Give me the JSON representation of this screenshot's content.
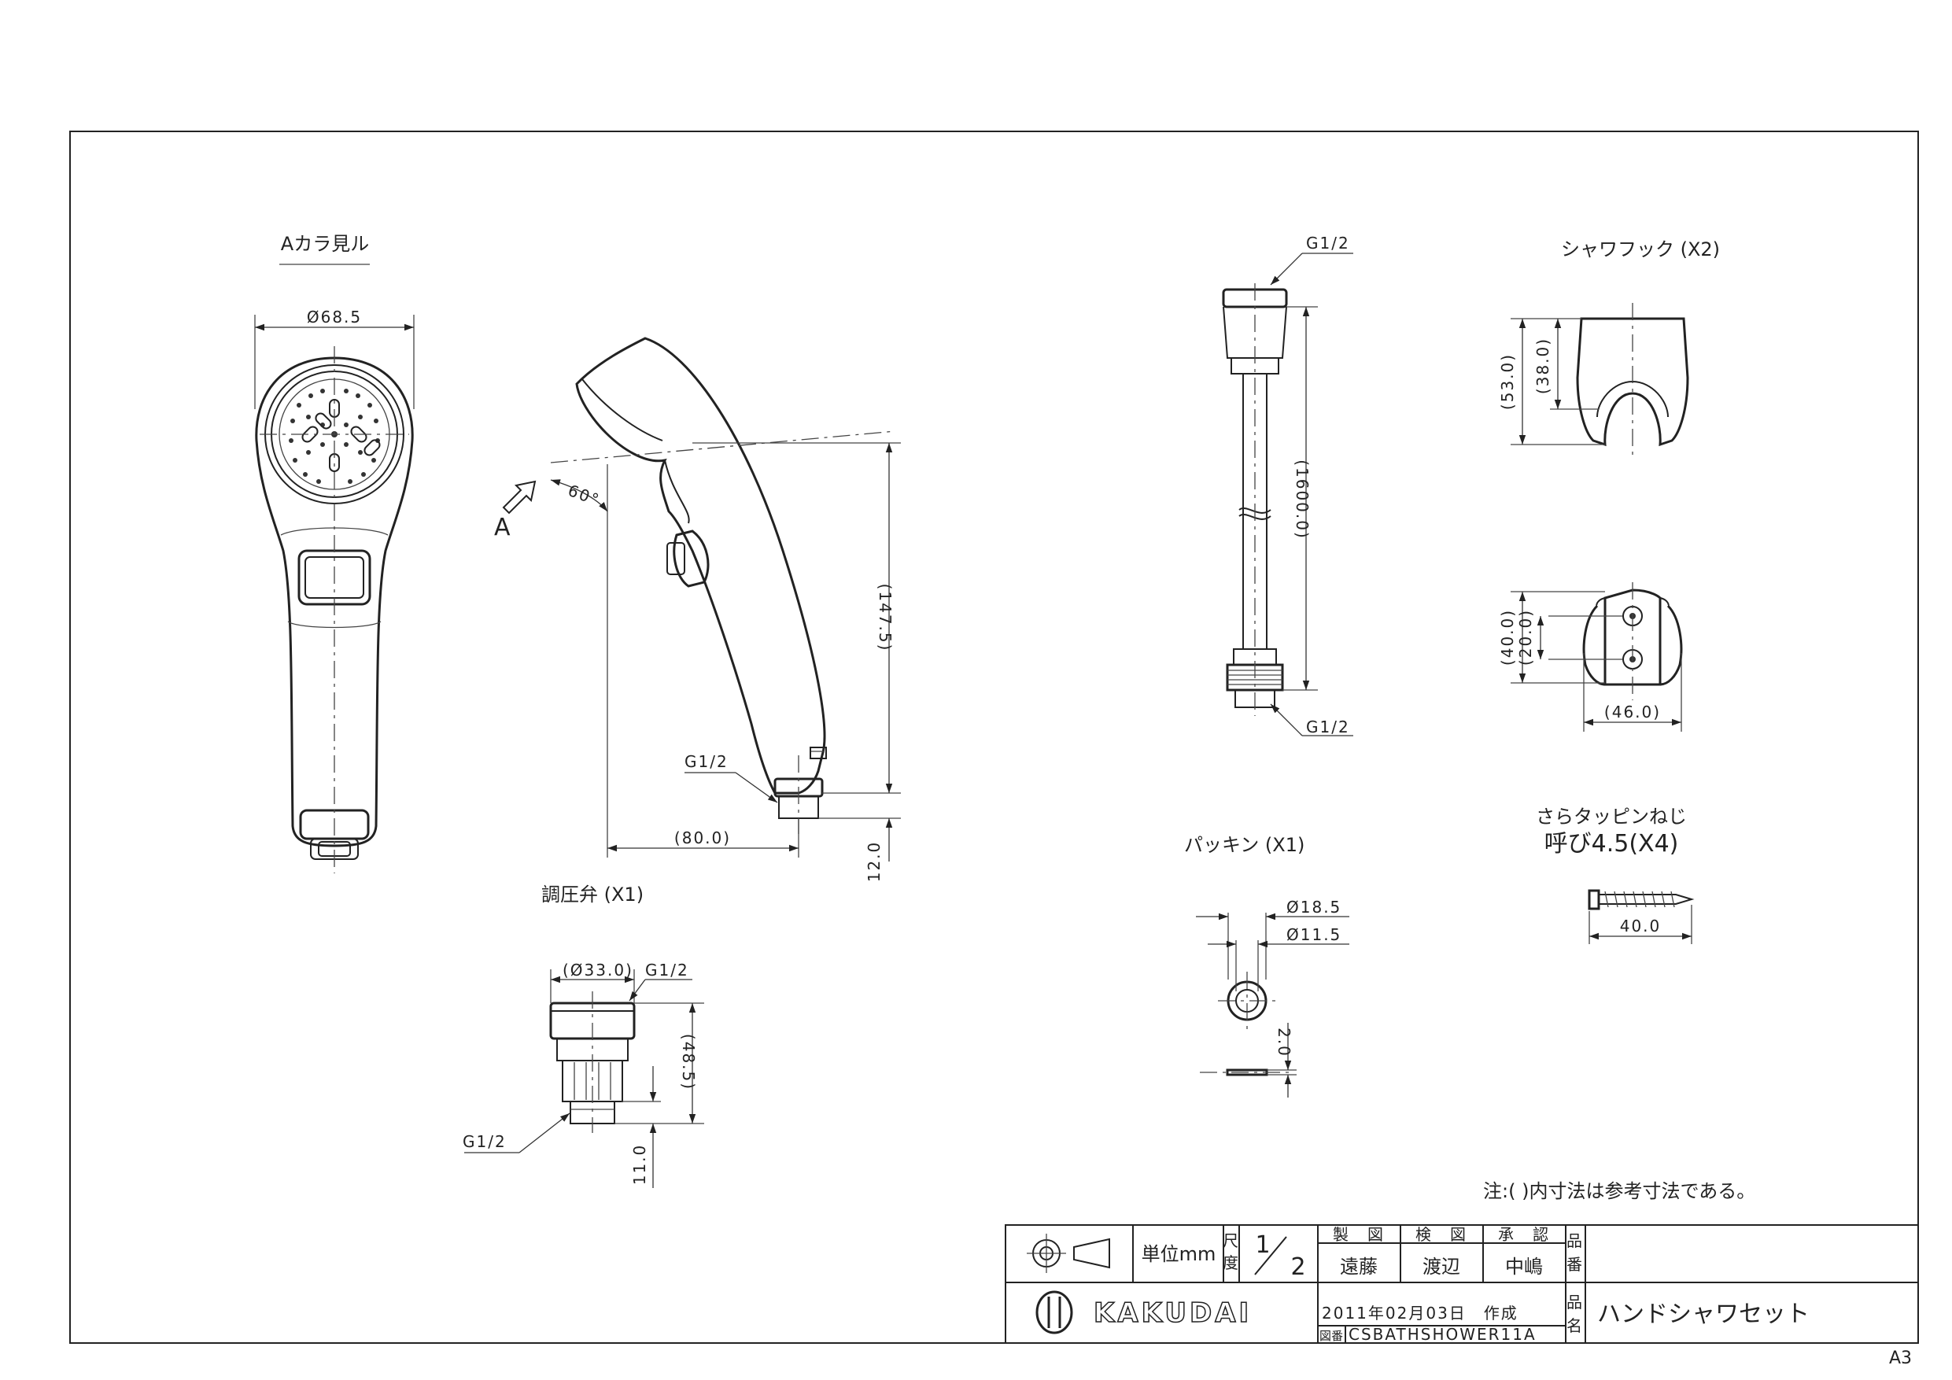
{
  "sheet": {
    "size_mark": "A3"
  },
  "view_a": {
    "title": "Aカラ見ル",
    "dia": "Ø68.5",
    "arrow_label": "A",
    "angle": "60°"
  },
  "side_view": {
    "height": "(147.5)",
    "width": "(80.0)",
    "bottom": "12.0",
    "thread": "G1/2"
  },
  "valve": {
    "title": "調圧弁 (X1)",
    "dia": "(Ø33.0)",
    "thread_top": "G1/2",
    "height": "(48.5)",
    "thread_bottom": "G1/2",
    "bottom": "11.0"
  },
  "hose": {
    "thread_top": "G1/2",
    "length": "(1600.0)",
    "thread_bottom": "G1/2"
  },
  "packing": {
    "title": "パッキン (X1)",
    "outer": "Ø18.5",
    "inner": "Ø11.5",
    "thick": "2.0"
  },
  "hook": {
    "title": "シャワフック (X2)",
    "h_total": "(53.0)",
    "h_slot": "(38.0)",
    "h_back": "(40.0)",
    "hole_pitch": "(20.0)",
    "width": "(46.0)"
  },
  "screw": {
    "title1": "さらタッピンねじ",
    "title2": "呼び4.5(X4)",
    "length": "40.0"
  },
  "note": "注:( )内寸法は参考寸法である。",
  "title_block": {
    "unit": "単位mm",
    "scale_label_1": "尺",
    "scale_label_2": "度",
    "scale_num": "1",
    "scale_den": "2",
    "h_drawn": "製　図",
    "h_checked": "検　図",
    "h_approved": "承　認",
    "drawn_by": "遠藤",
    "checked_by": "渡辺",
    "approved_by": "中嶋",
    "label_no_1": "品",
    "label_no_2": "番",
    "label_name_1": "品",
    "label_name_2": "名",
    "logo_text": "KAKUDAI",
    "date": "2011年02月03日　作成",
    "drawing_no_label": "図番",
    "drawing_no": "CSBATHSHOWER11A",
    "product_name": "ハンドシャワセット",
    "product_no": ""
  }
}
